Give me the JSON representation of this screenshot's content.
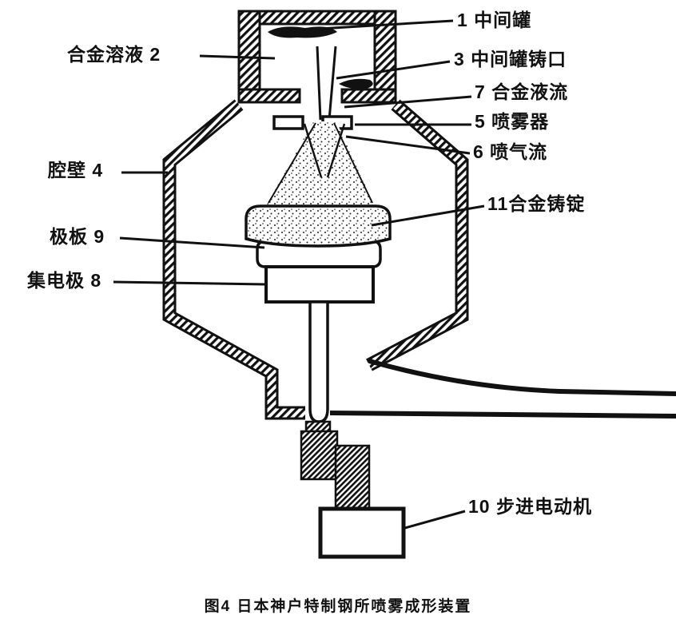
{
  "figure": {
    "caption": "图4  日本神户特制钢所喷雾成形装置"
  },
  "labels": {
    "tundish": "1 中间罐",
    "alloy_melt": "合金溶液 2",
    "tundish_nozzle": "3 中间罐铸口",
    "alloy_stream": "7 合金液流",
    "atomizer": "5 喷雾器",
    "gas_jet": "6 喷气流",
    "chamber_wall": "腔壁 4",
    "alloy_ingot": "11合金铸锭",
    "plate": "极板 9",
    "collector_electrode": "集电极 8",
    "stepper_motor": "10 步进电动机"
  },
  "colors": {
    "ink": "#111111",
    "paper": "#ffffff"
  }
}
